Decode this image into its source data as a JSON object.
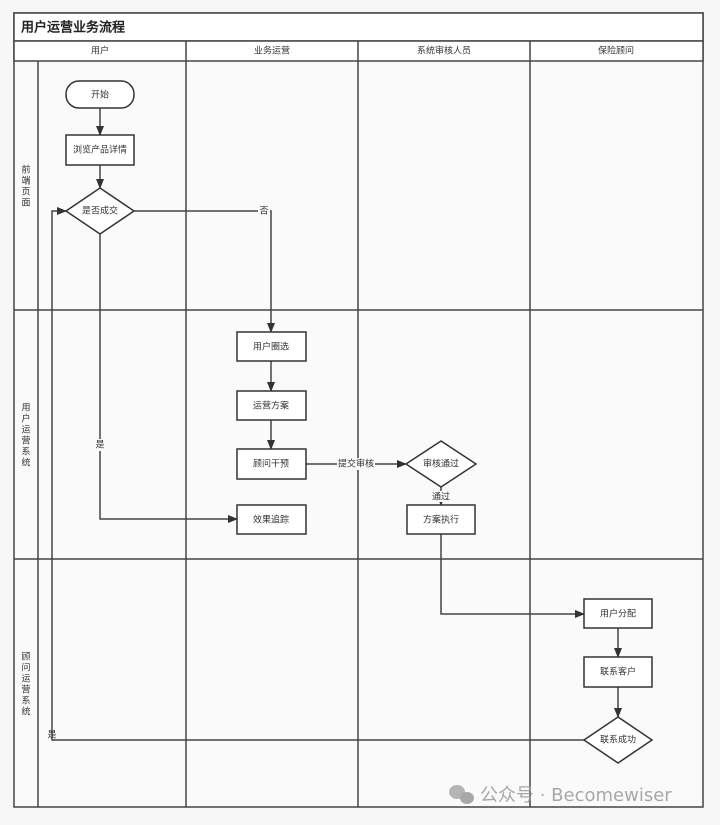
{
  "title": "用户运营业务流程",
  "columns": [
    "用户",
    "业务运营",
    "系统审核人员",
    "保险顾问"
  ],
  "rows": [
    [
      "前",
      "端",
      "页",
      "面"
    ],
    [
      "用",
      "户",
      "运",
      "营",
      "系",
      "统"
    ],
    [
      "顾",
      "问",
      "运",
      "营",
      "系",
      "统"
    ]
  ],
  "nodes": {
    "start": "开始",
    "browse": "浏览产品详情",
    "deal": "是否成交",
    "select": "用户圈选",
    "plan": "运营方案",
    "advisor": "顾问干预",
    "track": "效果追踪",
    "review": "审核通过",
    "execute": "方案执行",
    "assign": "用户分配",
    "contact": "联系客户",
    "success": "联系成功"
  },
  "edge_labels": {
    "no": "否",
    "yes": "是",
    "submit": "提交审核",
    "pass": "通过",
    "yes2": "是"
  },
  "watermark": "公众号 · Becomewiser"
}
